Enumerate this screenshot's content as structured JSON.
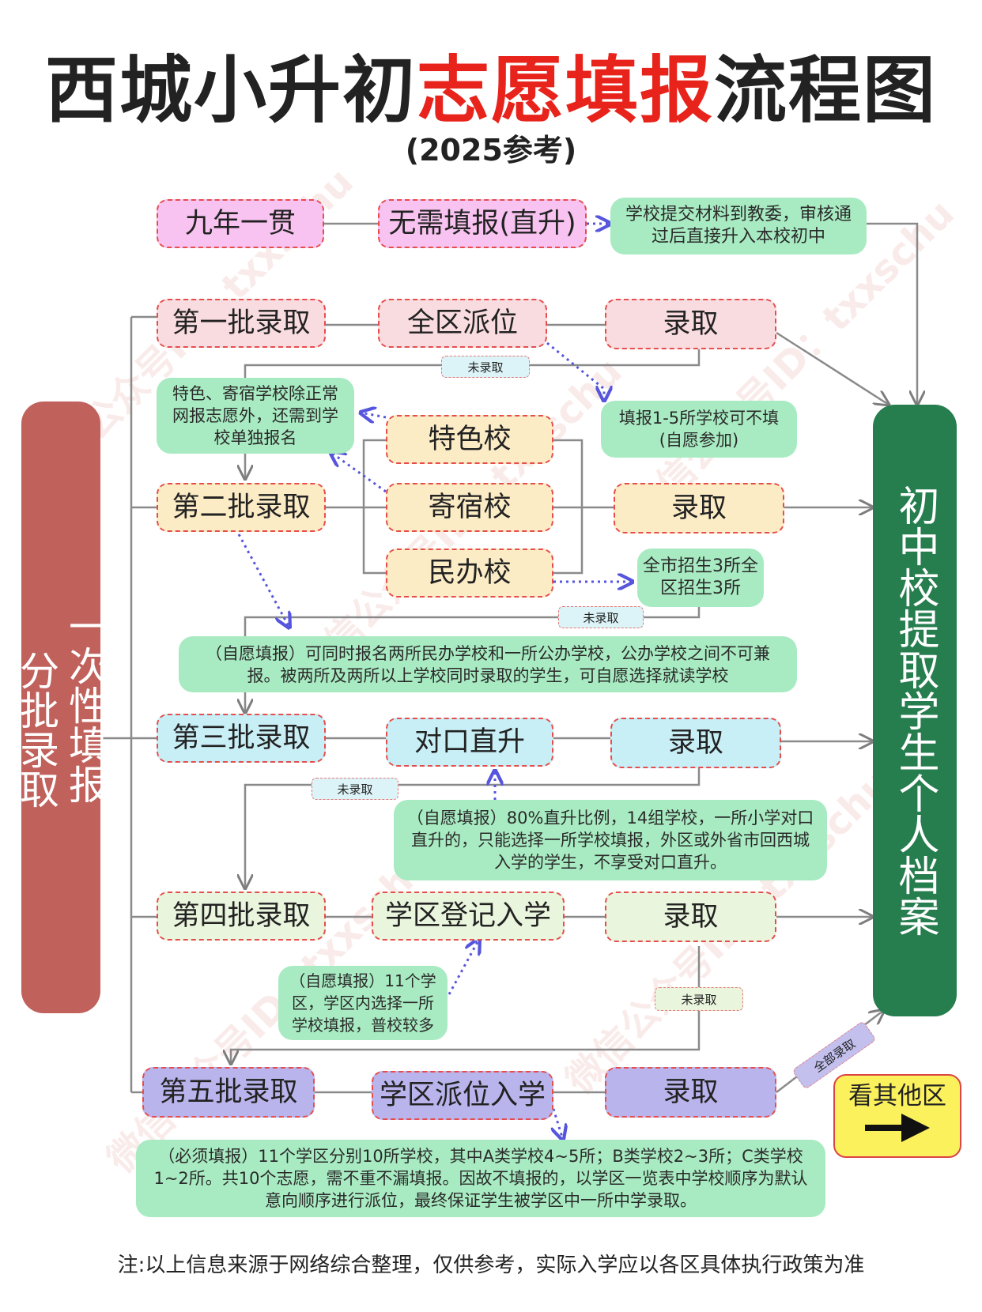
{
  "title": {
    "part1": "西城小升初",
    "highlight": "志愿填报",
    "part2": "流程图"
  },
  "subtitle": "(2025参考)",
  "left_bar": {
    "line1": "一次性填报",
    "line2": "分批录取"
  },
  "right_bar": "初中校提取学生个人档案",
  "rows": {
    "r0": {
      "batch": "九年一贯",
      "method": "无需填报(直升)",
      "note": "学校提交材料到教委，审核通过后直接升入本校初中"
    },
    "r1": {
      "batch": "第一批录取",
      "method": "全区派位",
      "result": "录取",
      "unadmitted": "未录取",
      "note": "填报1-5所学校可不填(自愿参加)"
    },
    "r2": {
      "batch": "第二批录取",
      "pre_note": "特色、寄宿学校除正常网报志愿外，还需到学校单独报名",
      "methods": [
        "特色校",
        "寄宿校",
        "民办校"
      ],
      "result": "录取",
      "note": "全市招生3所全区招生3所",
      "unadmitted": "未录取",
      "post_note": "（自愿填报）可同时报名两所民办学校和一所公办学校，公办学校之间不可兼报。被两所及两所以上学校同时录取的学生，可自愿选择就读学校"
    },
    "r3": {
      "batch": "第三批录取",
      "method": "对口直升",
      "result": "录取",
      "unadmitted": "未录取",
      "note": "（自愿填报）80%直升比例，14组学校，一所小学对口直升的，只能选择一所学校填报，外区或外省市回西城入学的学生，不享受对口直升。"
    },
    "r4": {
      "batch": "第四批录取",
      "method": "学区登记入学",
      "result": "录取",
      "note": "（自愿填报）11个学区，学区内选择一所学校填报，普校较多",
      "unadmitted": "未录取"
    },
    "r5": {
      "batch": "第五批录取",
      "method": "学区派位入学",
      "result": "录取",
      "all_admitted": "全部录取",
      "note": "（必须填报）11个学区分别10所学校，其中A类学校4~5所；B类学校2~3所；C类学校1~2所。共10个志愿，需不重不漏填报。因故不填报的，以学区一览表中学校顺序为默认意向顺序进行派位，最终保证学生被学区中一所中学录取。"
    }
  },
  "see_other": {
    "label": "看其他区",
    "icon": "arrow-right-icon"
  },
  "footer": "注:以上信息来源于网络综合整理，仅供参考，实际入学应以各区具体执行政策为准",
  "watermark": "微信公众号ID：txxschu",
  "colors": {
    "title_highlight": "#e8231b",
    "left_bar": "#c0615c",
    "right_bar": "#267d4e",
    "note": "#a8ebc2"
  }
}
